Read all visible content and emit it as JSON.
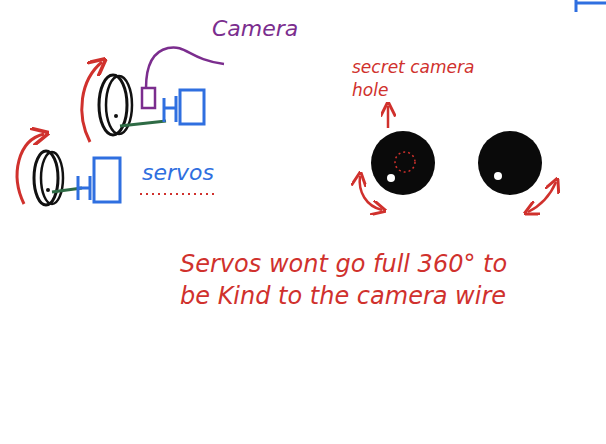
{
  "diagram": {
    "labels": [
      "Camera",
      "servos",
      "secret camera hole",
      "Servos wont go full 360° to be Kind to the camera wire"
    ]
  }
}
